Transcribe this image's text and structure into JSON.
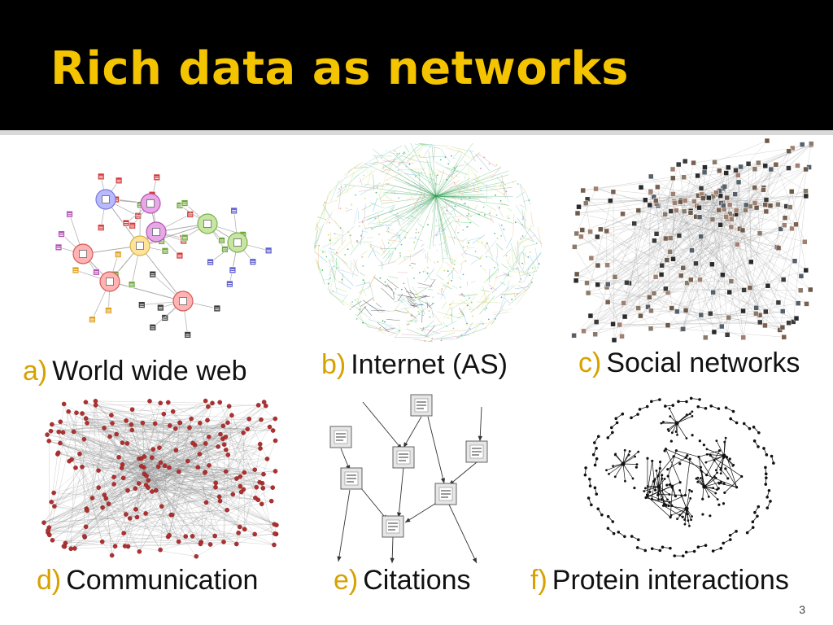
{
  "slide": {
    "title": "Rich data as networks",
    "page_number": "3",
    "accent_color": "#f5c400",
    "header_background": "#000000"
  },
  "panels": [
    {
      "letter": "a)",
      "label": "World wide web"
    },
    {
      "letter": "b)",
      "label": "Internet (AS)"
    },
    {
      "letter": "c)",
      "label": "Social networks"
    },
    {
      "letter": "d)",
      "label": "Communication"
    },
    {
      "letter": "e)",
      "label": "Citations"
    },
    {
      "letter": "f)",
      "label": "Protein interactions"
    }
  ]
}
